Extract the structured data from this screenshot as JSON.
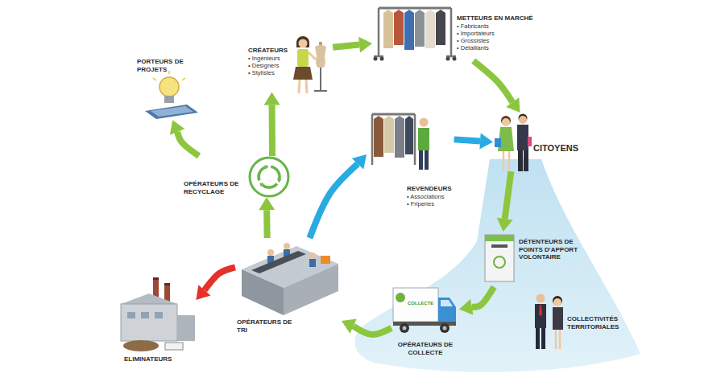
{
  "diagram": {
    "nodes": [
      {
        "text": [
          "CRÉATEURS",
          "• Ingénieurs",
          "• Designers",
          "• Stylistes"
        ]
      },
      {
        "text": [
          "METTEURS EN MARCHÉ",
          "• Fabricants",
          "• Importateurs",
          "• Grossistes",
          "• Détaillants"
        ]
      },
      {
        "text": [
          "PORTEURS DE PROJETS"
        ]
      },
      {
        "text": [
          "CITOYENS"
        ]
      },
      {
        "text": [
          "OPÉRATEURS DE RECYCLAGE"
        ]
      },
      {
        "text": [
          "REVENDEURS",
          "• Associations",
          "• Friperies"
        ]
      },
      {
        "text": [
          "DÉTENTEURS DE POINTS D'APPORT VOLONTAIRE"
        ]
      },
      {
        "text": [
          "COLLECTIVITÉS TERRITORIALES"
        ]
      },
      {
        "text": [
          "OPÉRATEURS DE TRI"
        ]
      },
      {
        "text": [
          "OPÉRATEURS DE COLLECTE"
        ]
      },
      {
        "text": [
          "ELIMINATEURS"
        ]
      }
    ],
    "edges": [
      {
        "from": 3,
        "to": 6,
        "arrow": "to"
      },
      {
        "from": 6,
        "to": 9,
        "arrow": "to"
      },
      {
        "from": 9,
        "to": 8,
        "arrow": "to"
      },
      {
        "from": 8,
        "to": 4,
        "arrow": "to"
      },
      {
        "from": 8,
        "to": 5,
        "arrow": "to"
      },
      {
        "from": 5,
        "to": 3,
        "arrow": "to"
      },
      {
        "from": 8,
        "to": 10,
        "arrow": "to"
      },
      {
        "from": 4,
        "to": 2,
        "arrow": "to"
      },
      {
        "from": 4,
        "to": 0,
        "arrow": "to"
      },
      {
        "from": 0,
        "to": 1,
        "arrow": "to"
      },
      {
        "from": 1,
        "to": 3,
        "arrow": "to"
      }
    ],
    "labels": [
      "COLLECTE"
    ]
  }
}
